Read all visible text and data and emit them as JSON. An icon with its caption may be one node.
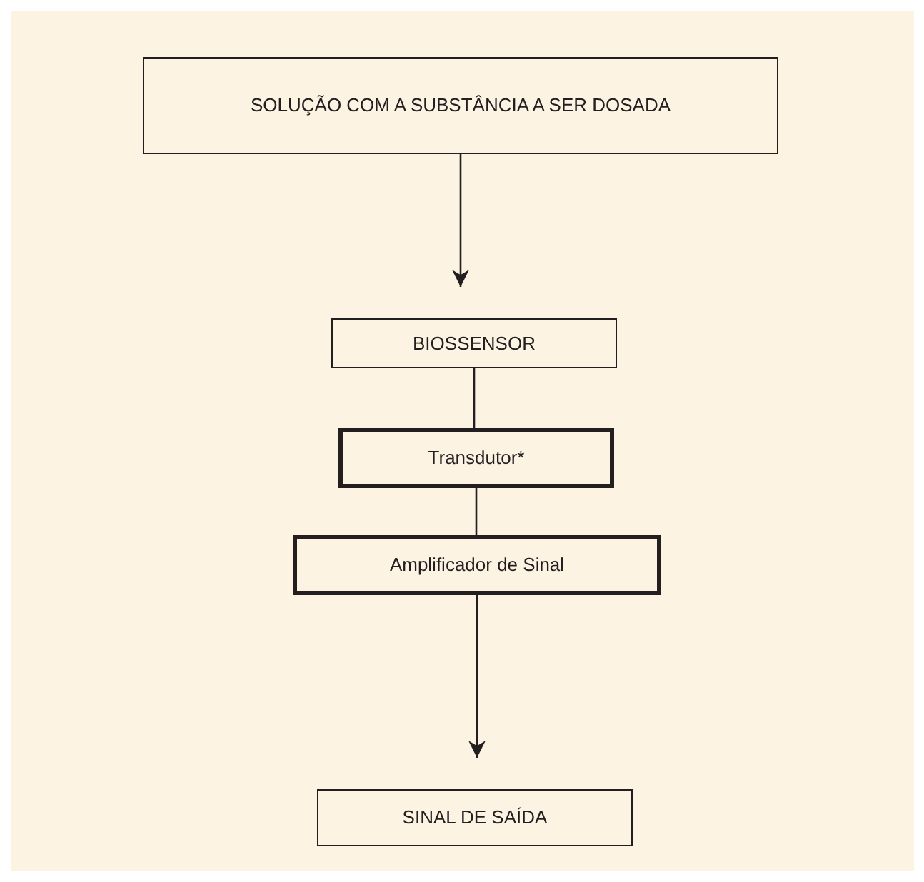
{
  "diagram": {
    "nodes": [
      {
        "text": [
          "SOLUÇÃO COM A SUBSTÂNCIA A SER DOSADA"
        ]
      },
      {
        "text": [
          "BIOSSENSOR"
        ]
      },
      {
        "text": [
          "Transdutor*"
        ]
      },
      {
        "text": [
          "Amplificador de Sinal"
        ]
      },
      {
        "text": [
          "SINAL DE SAÍDA"
        ]
      }
    ],
    "edges": [
      {
        "from": 0,
        "to": 1,
        "arrow": "to"
      },
      {
        "from": 1,
        "to": 2,
        "arrow": "none"
      },
      {
        "from": 2,
        "to": 3,
        "arrow": "none"
      },
      {
        "from": 3,
        "to": 4,
        "arrow": "to"
      }
    ]
  }
}
